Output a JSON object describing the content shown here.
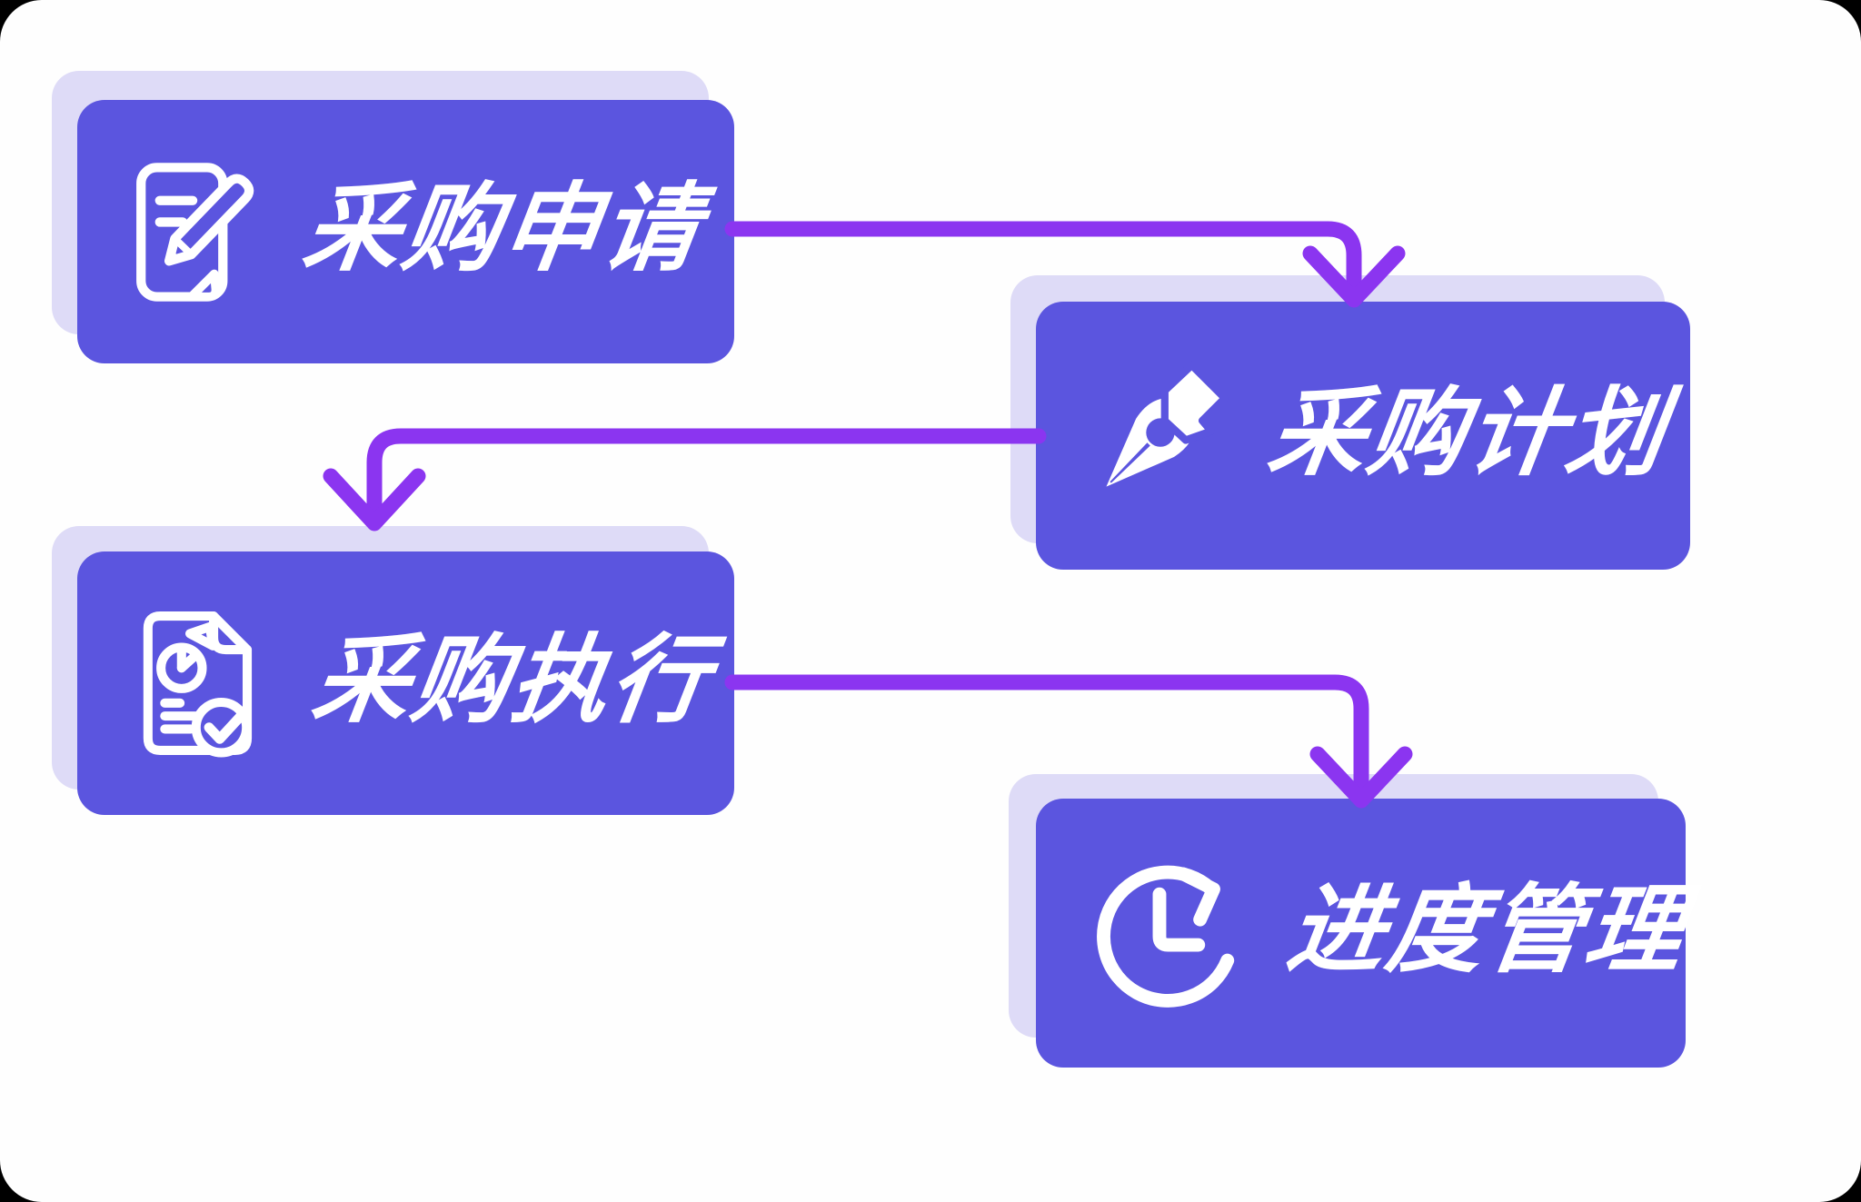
{
  "colors": {
    "canvas_background": "#FEFEFE",
    "card_fill": "#5B55DF",
    "card_shadow": "#DEDBF7",
    "connector": "#8B35F0",
    "label_text": "#FFFFFF"
  },
  "steps": [
    {
      "id": "purchase-request",
      "label": "采购申请",
      "icon": "document-pencil-icon"
    },
    {
      "id": "purchase-plan",
      "label": "采购计划",
      "icon": "pen-nib-icon"
    },
    {
      "id": "purchase-execution",
      "label": "采购执行",
      "icon": "report-check-icon"
    },
    {
      "id": "progress-management",
      "label": "进度管理",
      "icon": "clock-refresh-icon"
    }
  ],
  "connections": [
    {
      "from": "purchase-request",
      "to": "purchase-plan"
    },
    {
      "from": "purchase-plan",
      "to": "purchase-execution"
    },
    {
      "from": "purchase-execution",
      "to": "progress-management"
    }
  ]
}
